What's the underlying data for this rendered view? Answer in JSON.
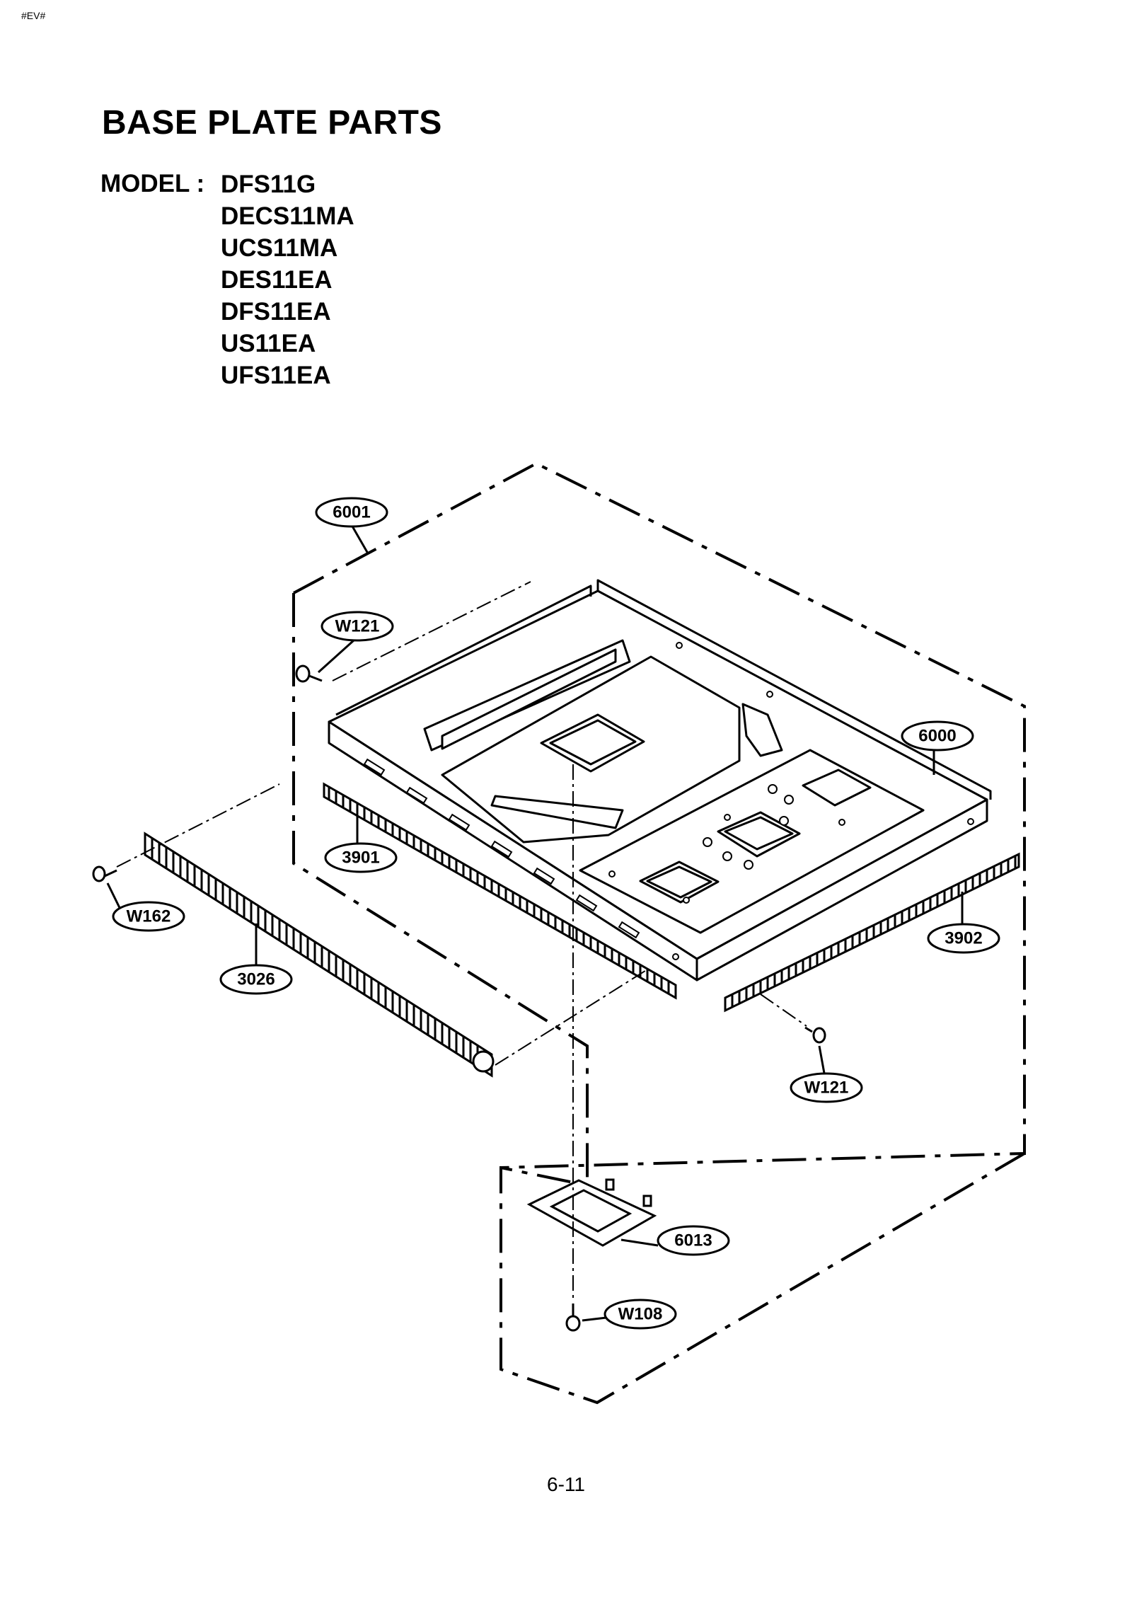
{
  "header": {
    "corner_mark": "#EV#"
  },
  "title": "BASE PLATE PARTS",
  "model_label": "MODEL :",
  "models": [
    "DFS11G",
    "DECS11MA",
    "UCS11MA",
    "DES11EA",
    "DFS11EA",
    "US11EA",
    "UFS11EA"
  ],
  "callouts": {
    "c6001": "6001",
    "w121_top": "W121",
    "c6000": "6000",
    "c3901": "3901",
    "w162": "W162",
    "c3026": "3026",
    "c3902": "3902",
    "w121_bottom": "W121",
    "c6013": "6013",
    "w108": "W108"
  },
  "footer": {
    "page_number": "6-11"
  }
}
